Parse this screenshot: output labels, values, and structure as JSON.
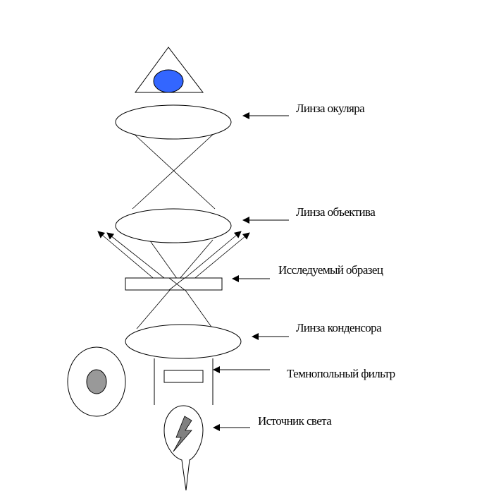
{
  "labels": {
    "eyepiece_lens": "Линза окуляра",
    "objective_lens": "Линза объектива",
    "specimen": "Исследуемый образец",
    "condenser_lens": "Линза конденсора",
    "darkfield_filter": "Темнопольный фильтр",
    "light_source": "Источник света"
  },
  "colors": {
    "eye_pupil": "#3366ff",
    "filter_disc_center": "#999999",
    "lightning": "#808080"
  },
  "icons": {
    "eye": "eye-icon",
    "lightning": "lightning-bolt-icon"
  }
}
